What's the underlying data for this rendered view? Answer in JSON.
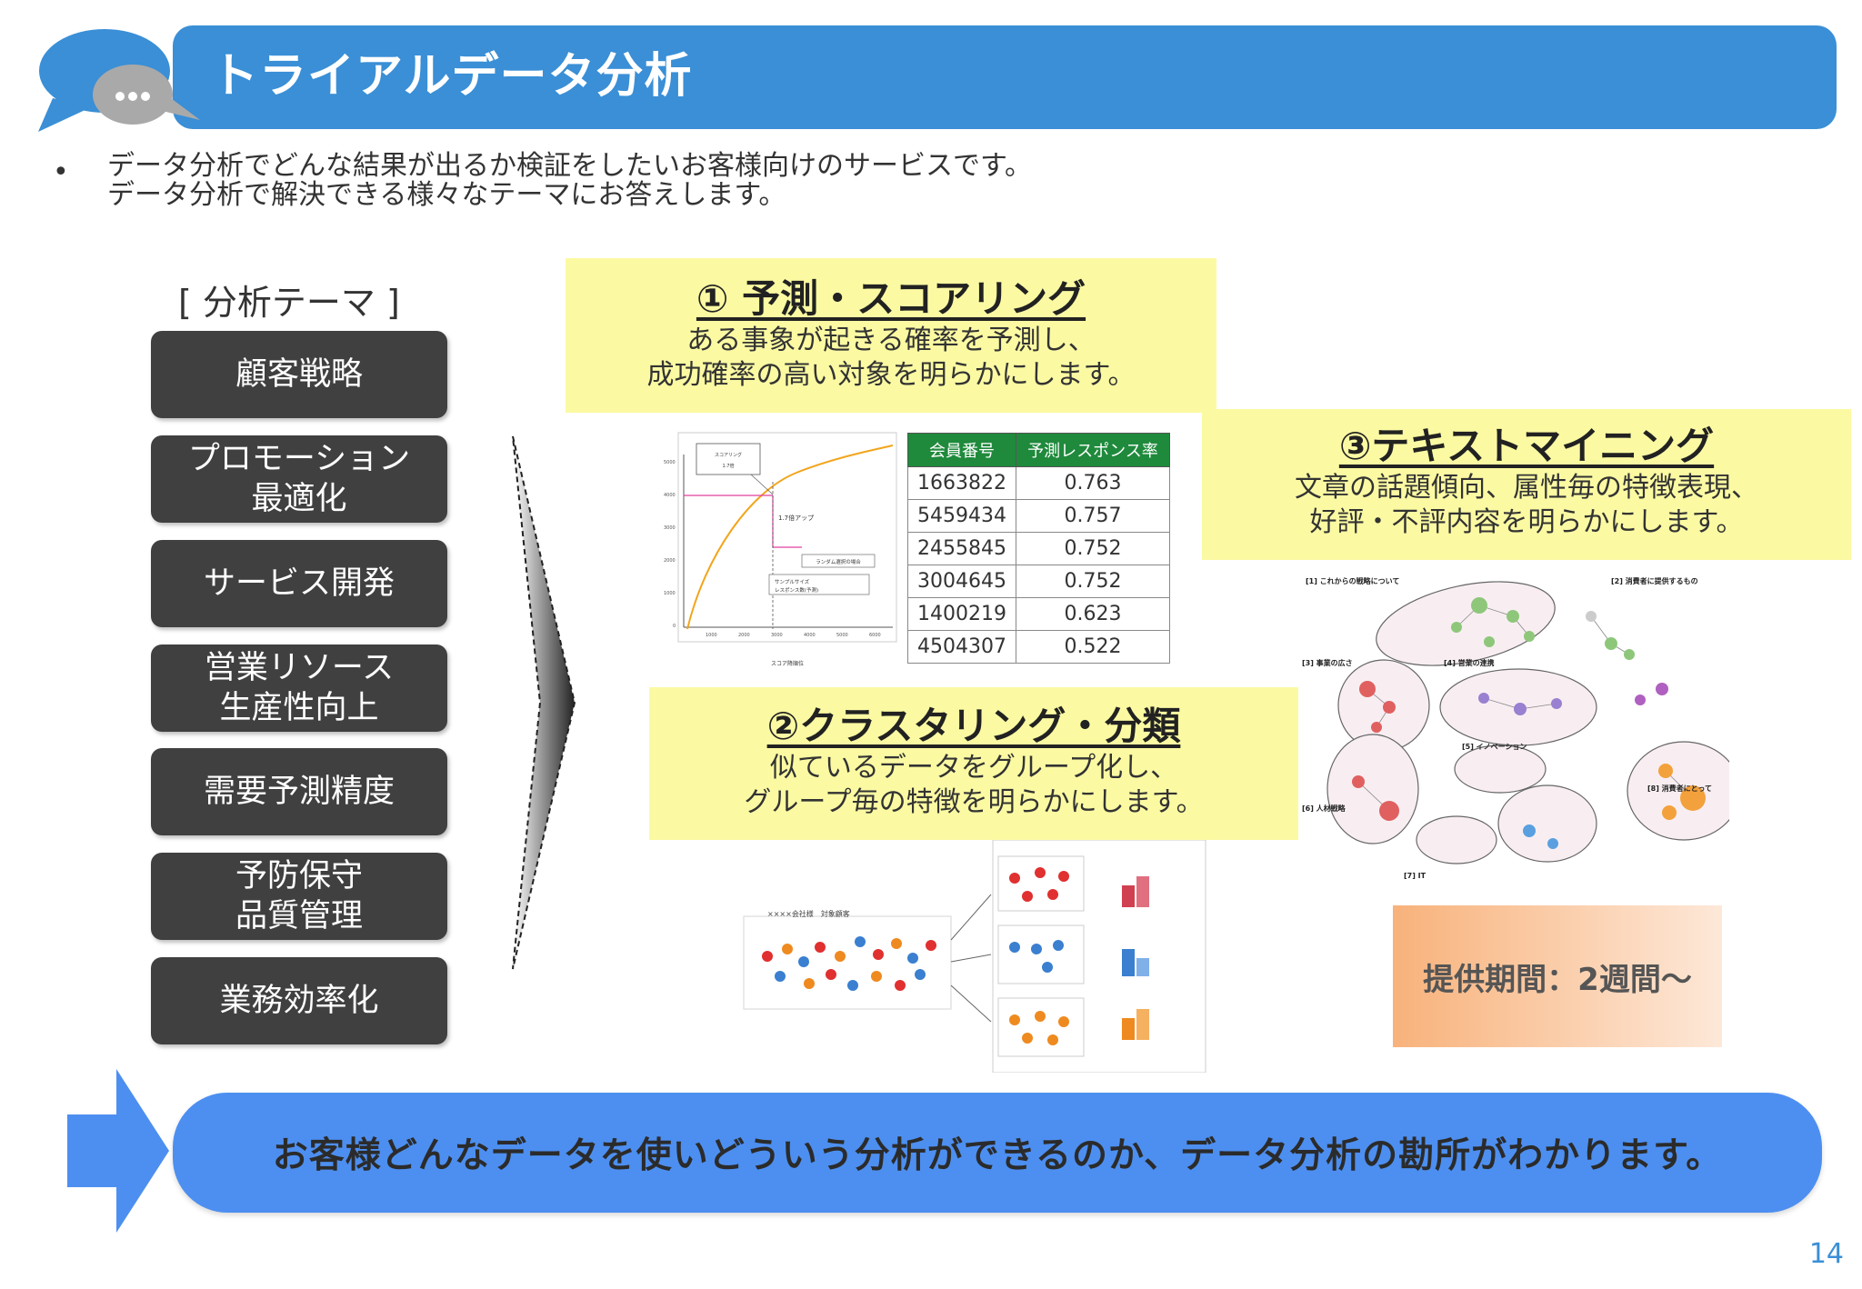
{
  "header": {
    "title": "トライアルデータ分析"
  },
  "intro": {
    "bullet": "•",
    "lines": [
      "データ分析でどんな結果が出るか検証をしたいお客様向けのサービスです。",
      "データ分析で解決できる様々なテーマにお答えします。"
    ]
  },
  "themes": {
    "heading": "[ 分析テーマ ]",
    "items": [
      {
        "line1": "顧客戦略",
        "line2": ""
      },
      {
        "line1": "プロモーション",
        "line2": "最適化"
      },
      {
        "line1": "サービス開発",
        "line2": ""
      },
      {
        "line1": "営業リソース",
        "line2": "生産性向上"
      },
      {
        "line1": "需要予測精度",
        "line2": ""
      },
      {
        "line1": "予防保守",
        "line2": "品質管理"
      },
      {
        "line1": "業務効率化",
        "line2": ""
      }
    ]
  },
  "sections": {
    "scoring": {
      "title": "① 予測・スコアリング",
      "desc1": "ある事象が起きる確率を予測し、",
      "desc2": "成功確率の高い対象を明らかにします。"
    },
    "clustering": {
      "title": "②クラスタリング・分類",
      "desc1": "似ているデータをグループ化し、",
      "desc2": "グループ毎の特徴を明らかにします。"
    },
    "textmining": {
      "title": "③テキストマイニング",
      "desc1": "文章の話題傾向、属性毎の特徴表現、",
      "desc2": "好評・不評内容を明らかにします。"
    }
  },
  "response_table": {
    "headers": [
      "会員番号",
      "予測レスポンス率"
    ],
    "rows": [
      [
        "1663822",
        "0.763"
      ],
      [
        "5459434",
        "0.757"
      ],
      [
        "2455845",
        "0.752"
      ],
      [
        "3004645",
        "0.752"
      ],
      [
        "1400219",
        "0.623"
      ],
      [
        "4504307",
        "0.522"
      ]
    ]
  },
  "lift_chart": {
    "callout": "1.7倍アップ",
    "random_label": "ランダム選択の場合",
    "sample_label": "サンプルサイズ",
    "sample_label2": "レスポンス数(予測)",
    "xlabel": "スコア降順位"
  },
  "cluster_figure": {
    "title": "××××会社様　対象顧客"
  },
  "network": {
    "labels": [
      "[1] これからの戦略について",
      "[2] 消費者に提供するもの",
      "[3] 事業の広さ",
      "[4] 営業の連携",
      "[5] イノベーション",
      "[6] 人材戦略",
      "[7] IT",
      "[8] 消費者にとって"
    ]
  },
  "period": {
    "text": "提供期間：2週間～"
  },
  "banner": {
    "text": "お客様どんなデータを使いどういう分析ができるのか、データ分析の勘所がわかります。"
  },
  "page_number": "14",
  "colors": {
    "brand_blue": "#3a8fd6",
    "banner_blue": "#4d8ff0",
    "theme_dark": "#404040",
    "highlight_yellow": "#fbfaa3",
    "table_green": "#1f8a3c"
  }
}
